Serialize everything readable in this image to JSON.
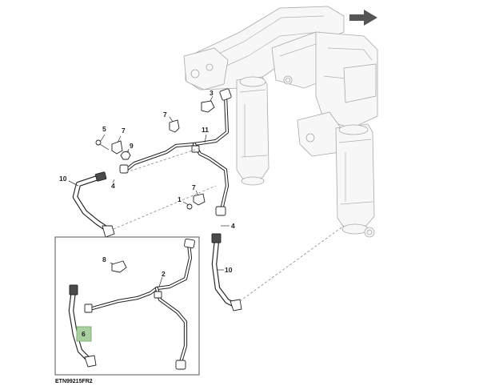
{
  "drawing_code": "ETN99215FR2",
  "colors": {
    "line": "#222222",
    "ghost": "#a8a8a8",
    "highlight_fill": "#a9cfa0",
    "highlight_stroke": "#7fae75",
    "arrow": "#555555"
  },
  "callouts": {
    "c3": "3",
    "c7a": "7",
    "c5": "5",
    "c7b": "7",
    "c9": "9",
    "c11": "11",
    "c10a": "10",
    "c4a": "4",
    "c1": "1",
    "c7c": "7",
    "c4b": "4",
    "c10b": "10",
    "c8": "8",
    "c2": "2",
    "c6": "6"
  },
  "icons": {
    "orientation_arrow": "forward-arrow-icon"
  }
}
